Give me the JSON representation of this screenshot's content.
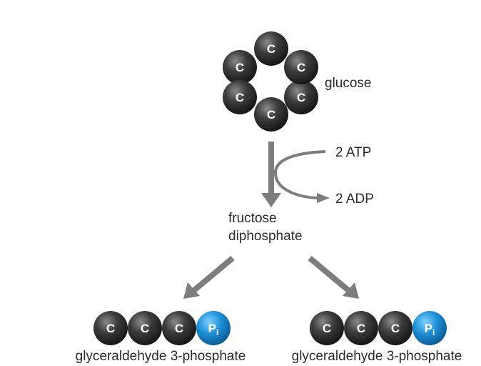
{
  "molecules": {
    "glucose": {
      "label": "glucose",
      "atoms": [
        "C",
        "C",
        "C",
        "C",
        "C",
        "C"
      ]
    },
    "g3p_left": {
      "label": "glyceraldehyde 3-phosphate",
      "atoms": [
        "C",
        "C",
        "C"
      ],
      "phosphate": {
        "symbol": "P",
        "subscript": "i"
      }
    },
    "g3p_right": {
      "label": "glyceraldehyde 3-phosphate",
      "atoms": [
        "C",
        "C",
        "C"
      ],
      "phosphate": {
        "symbol": "P",
        "subscript": "i"
      }
    }
  },
  "step1": {
    "input": "2 ATP",
    "output": "2 ADP",
    "product_line1": "fructose",
    "product_line2": "diphosphate"
  },
  "colors": {
    "carbon": "#3a3a3a",
    "phosphate": "#1e8fd6",
    "arrow": "#7d7d7d",
    "text": "#2b2b2b"
  },
  "icons": {
    "carbon": "dark-sphere",
    "phosphate": "blue-sphere"
  }
}
